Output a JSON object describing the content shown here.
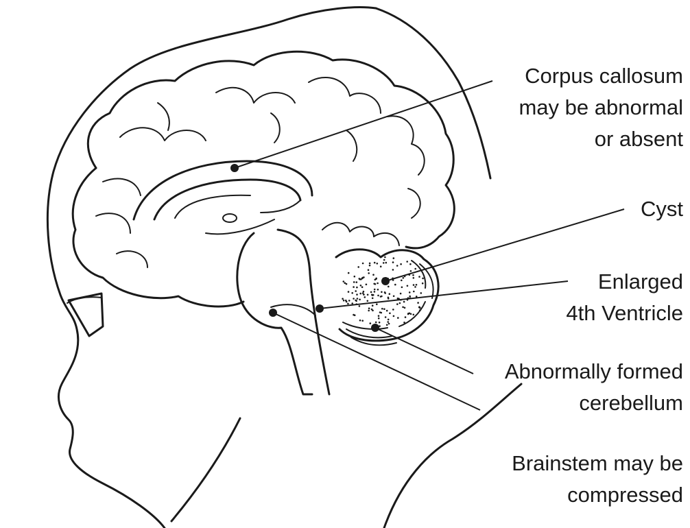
{
  "labels": [
    {
      "id": "corpus-callosum",
      "lines": [
        "Corpus callosum",
        "may be abnormal",
        "or absent"
      ]
    },
    {
      "id": "cyst",
      "lines": [
        "Cyst"
      ]
    },
    {
      "id": "fourth-ventricle",
      "lines": [
        "Enlarged",
        "4th Ventricle"
      ]
    },
    {
      "id": "cerebellum",
      "lines": [
        "Abnormally formed",
        "cerebellum"
      ]
    },
    {
      "id": "brainstem",
      "lines": [
        "Brainstem may be",
        "compressed"
      ]
    }
  ],
  "colors": {
    "ink": "#1a1a1a",
    "background": "#ffffff"
  }
}
